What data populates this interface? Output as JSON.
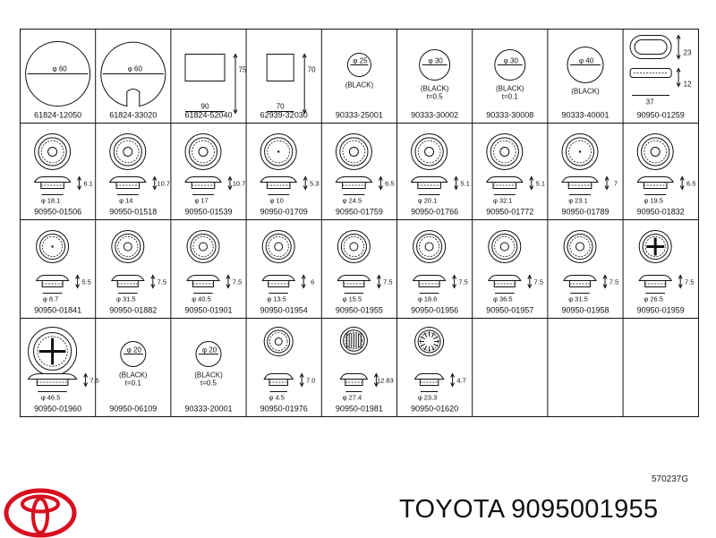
{
  "catalog_ref": "570237G",
  "brand": "TOYOTA 9095001955",
  "colors": {
    "line": "#111111",
    "logo": "#d7101f"
  },
  "cells": [
    {
      "code": "61824-12050",
      "labels": [
        "φ 60"
      ],
      "icon": "round-plug-icon"
    },
    {
      "code": "61824-33020",
      "labels": [
        "φ 60"
      ],
      "icon": "slotted-plug-icon"
    },
    {
      "code": "61824-52040",
      "labels": [
        "75",
        "90"
      ],
      "icon": "rect-plug-icon"
    },
    {
      "code": "62939-32030",
      "labels": [
        "70",
        "70"
      ],
      "icon": "square-plug-icon"
    },
    {
      "code": "90333-25001",
      "labels": [
        "φ 25",
        "(BLACK)"
      ],
      "icon": "round-seal-icon"
    },
    {
      "code": "90333-30002",
      "labels": [
        "φ 30",
        "(BLACK)",
        "t=0.5"
      ],
      "icon": "round-seal-icon"
    },
    {
      "code": "90333-30008",
      "labels": [
        "φ 30",
        "(BLACK)",
        "t=0.1"
      ],
      "icon": "round-seal-icon"
    },
    {
      "code": "90333-40001",
      "labels": [
        "φ 40",
        "(BLACK)"
      ],
      "icon": "round-seal-icon"
    },
    {
      "code": "90950-01259",
      "labels": [
        "23",
        "12",
        "37"
      ],
      "icon": "oval-grommet-icon"
    },
    {
      "code": "90950-01506",
      "labels": [
        "6.1",
        "φ 18.1"
      ],
      "icon": "grommet-icon"
    },
    {
      "code": "90950-01518",
      "labels": [
        "10.7",
        "φ 14"
      ],
      "icon": "grommet-icon"
    },
    {
      "code": "90950-01539",
      "labels": [
        "10.7",
        "φ 17"
      ],
      "icon": "grommet-icon"
    },
    {
      "code": "90950-01709",
      "labels": [
        "5.3",
        "φ 10"
      ],
      "icon": "grommet-icon"
    },
    {
      "code": "90950-01759",
      "labels": [
        "6.5",
        "φ 24.5"
      ],
      "icon": "grommet-icon"
    },
    {
      "code": "90950-01766",
      "labels": [
        "5.1",
        "φ 20.1"
      ],
      "icon": "grommet-icon"
    },
    {
      "code": "90950-01772",
      "labels": [
        "5.1",
        "φ 32.1"
      ],
      "icon": "grommet-icon"
    },
    {
      "code": "90950-01789",
      "labels": [
        "7",
        "φ 23.1"
      ],
      "icon": "grommet-icon"
    },
    {
      "code": "90950-01832",
      "labels": [
        "6.5",
        "φ 19.5"
      ],
      "icon": "grommet-icon"
    },
    {
      "code": "90950-01841",
      "labels": [
        "5.5",
        "φ 8.7"
      ],
      "icon": "grommet-icon"
    },
    {
      "code": "90950-01882",
      "labels": [
        "7.5",
        "φ 31.5"
      ],
      "icon": "grommet-icon"
    },
    {
      "code": "90950-01901",
      "labels": [
        "7.5",
        "φ 40.5"
      ],
      "icon": "grommet-icon"
    },
    {
      "code": "90950-01954",
      "labels": [
        "6",
        "φ 13.5"
      ],
      "icon": "grommet-icon"
    },
    {
      "code": "90950-01955",
      "labels": [
        "7.5",
        "φ 15.5"
      ],
      "icon": "grommet-icon"
    },
    {
      "code": "90950-01956",
      "labels": [
        "7.5",
        "φ 18.6"
      ],
      "icon": "grommet-icon"
    },
    {
      "code": "90950-01957",
      "labels": [
        "7.5",
        "φ 36.5"
      ],
      "icon": "grommet-icon"
    },
    {
      "code": "90950-01958",
      "labels": [
        "7.5",
        "φ 31.5"
      ],
      "icon": "grommet-icon"
    },
    {
      "code": "90950-01959",
      "labels": [
        "7.5",
        "φ 26.5"
      ],
      "icon": "cross-grommet-icon"
    },
    {
      "code": "90950-01960",
      "labels": [
        "7.5",
        "φ 46.5"
      ],
      "icon": "cross-grommet-icon"
    },
    {
      "code": "90950-06109",
      "labels": [
        "φ 20",
        "(BLACK)",
        "t=0.1"
      ],
      "icon": "round-seal-icon"
    },
    {
      "code": "90333-20001",
      "labels": [
        "φ 20",
        "(BLACK)",
        "t=0.5"
      ],
      "icon": "round-seal-icon"
    },
    {
      "code": "90950-01976",
      "labels": [
        "7.0",
        "φ 4.5"
      ],
      "icon": "grommet-icon"
    },
    {
      "code": "90950-01981",
      "labels": [
        "12.83",
        "φ 27.4"
      ],
      "icon": "clip-grommet-icon"
    },
    {
      "code": "90950-01620",
      "labels": [
        "4.7",
        "φ 23.3"
      ],
      "icon": "gear-grommet-icon"
    },
    {
      "code": "",
      "labels": [],
      "icon": ""
    },
    {
      "code": "",
      "labels": [],
      "icon": ""
    },
    {
      "code": "",
      "labels": [],
      "icon": ""
    }
  ]
}
